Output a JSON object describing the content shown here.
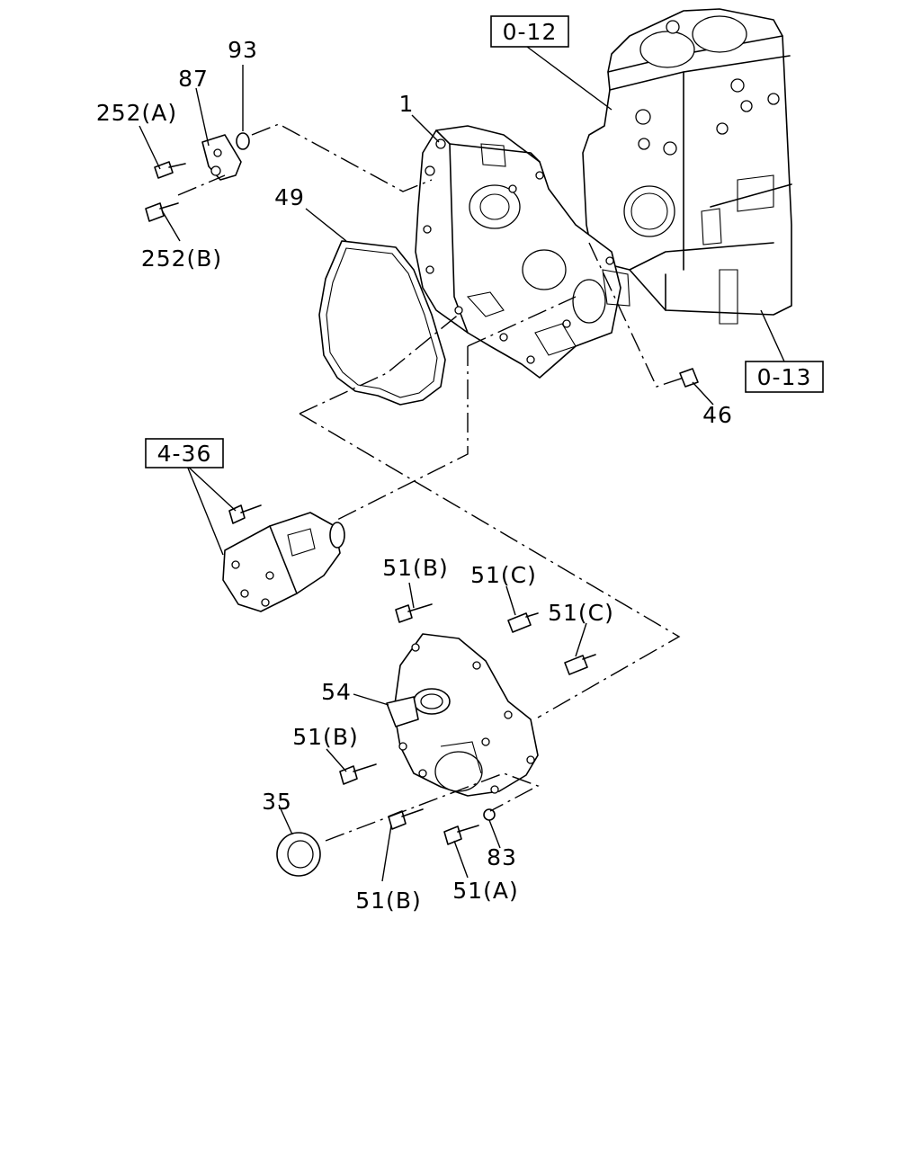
{
  "diagram": {
    "reference_boxes": {
      "ref_0_12": "0-12",
      "ref_0_13": "0-13",
      "ref_4_36": "4-36"
    },
    "callouts": {
      "c93": "93",
      "c87": "87",
      "c252a": "252(A)",
      "c252b": "252(B)",
      "c1": "1",
      "c49": "49",
      "c46": "46",
      "c51b_top": "51(B)",
      "c51c_1": "51(C)",
      "c51c_2": "51(C)",
      "c54": "54",
      "c51b_mid": "51(B)",
      "c35": "35",
      "c83": "83",
      "c51b_bot": "51(B)",
      "c51a": "51(A)"
    }
  }
}
